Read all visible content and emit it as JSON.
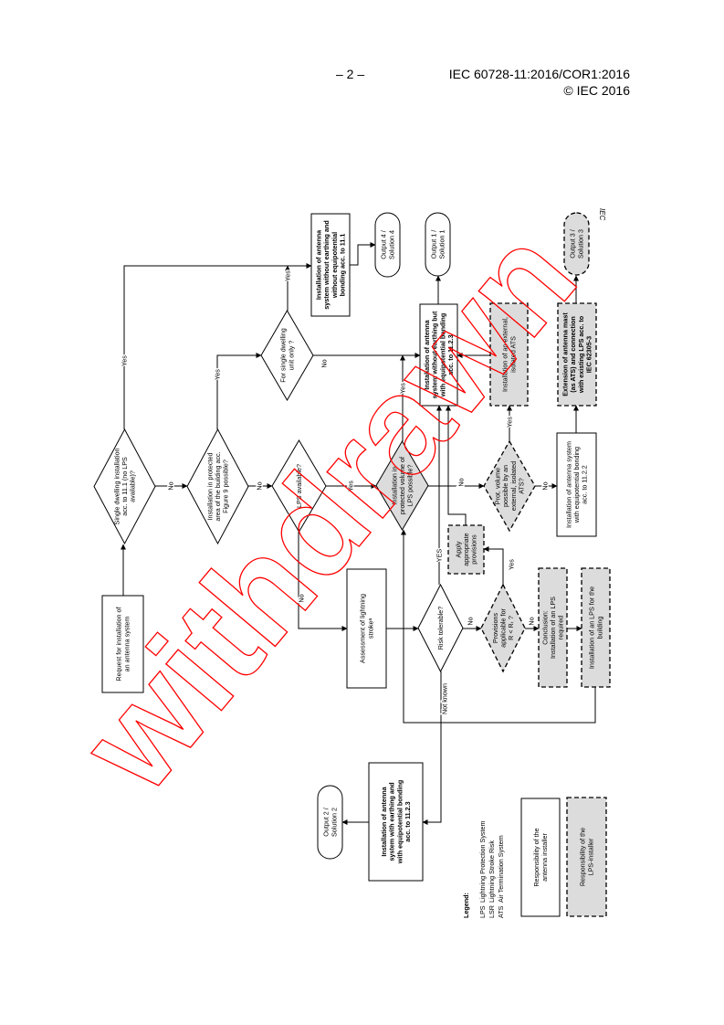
{
  "header": {
    "page_number": "– 2 –",
    "standard_id": "IEC 60728-11:2016/COR1:2016",
    "copyright": "© IEC 2016"
  },
  "figure": {
    "credit": "IEC",
    "watermark": "withdrawn",
    "colors": {
      "gray_fill": "#dcdcdc",
      "watermark": "#ff0000",
      "line": "#000000"
    },
    "nodes": {
      "request": [
        "Request for installation of",
        "an antenna system"
      ],
      "d_single": [
        "Single dwelling installation",
        "acc. to 11.1 (no LPS",
        "available)?"
      ],
      "d_protected_area": [
        "Installation in protected",
        "area of the building acc.",
        "Figure 9 possible?"
      ],
      "d_single_unit": [
        "For single dwelling",
        "unit only ?"
      ],
      "box_11_1": [
        "Installation of antenna",
        "system without earthing and",
        "without equipotential",
        "bonding acc. to 11.1"
      ],
      "out4": [
        "Output 4 /",
        "Solution 4"
      ],
      "d_lps": [
        "LPS available?"
      ],
      "d_prot_volume": [
        "Installation in",
        "protected volume of",
        "LPS possible?"
      ],
      "out1": [
        "Output 1 /",
        "Solution 1"
      ],
      "box_11_2_3": [
        "Installation of antenna",
        "system without earthing but",
        "with equipotential bonding",
        "acc. to 11.2.3"
      ],
      "ats": [
        "Installation of an external,",
        "isolated ATS"
      ],
      "out3": [
        "Output 3 /",
        "Solution 3"
      ],
      "extension": [
        "Extension of antenna mast",
        "(as ATS) and connection",
        "with existing LPS acc. to",
        "IEC 62305-3"
      ],
      "d_ext_ats": [
        "Prot. volume",
        "possible by an",
        "external, isolated",
        "ATS?"
      ],
      "box_11_2_2": [
        "Installation of antenna system",
        "with equipotential bonding",
        "acc. to 11.2.2"
      ],
      "apply": [
        "Apply",
        "appropriate",
        "provisions"
      ],
      "assessment": [
        "Assessment of lightning",
        "strokeᵃ"
      ],
      "d_risk": [
        "Risk tolerable?"
      ],
      "d_provisions": [
        "Provisions",
        "applicable for",
        "R < Rₜ ?"
      ],
      "conclusion": [
        "Conclusion:",
        "Installation of an LPS",
        "required"
      ],
      "lps_building": [
        "Installation of an LPS for the",
        "building"
      ],
      "box_earthing": [
        "Installation of antenna",
        "system with earthing and",
        "with equipotential bonding",
        "acc. to 11.2.3"
      ],
      "out2": [
        "Output 2 /",
        "Solution 2"
      ],
      "legend_white": [
        "Responsibility of the",
        "antenna installer"
      ],
      "legend_gray": [
        "Responsibility of the",
        "LPS-installer"
      ]
    },
    "edge_labels": {
      "yes": "Yes",
      "no": "No",
      "yes_caps": "YES",
      "not_known": "Not known"
    },
    "legend": {
      "title": "Legend:",
      "items": [
        {
          "abbr": "LPS",
          "text": "Lightning Protection System"
        },
        {
          "abbr": "LSR",
          "text": "Lightning Stroke Risk"
        },
        {
          "abbr": "ATS",
          "text": "Air Termination System"
        }
      ]
    }
  }
}
